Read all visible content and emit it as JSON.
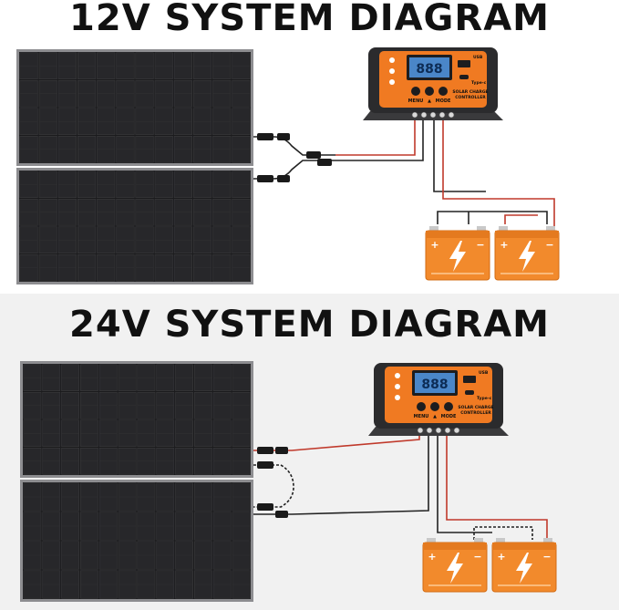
{
  "top": {
    "title": "12V SYSTEM DIAGRAM",
    "controller": {
      "display": "888",
      "usb_label": "USB",
      "typec_label": "Type-c",
      "caption_line1": "SOLAR CHARGE",
      "caption_line2": "CONTROLLER",
      "button_labels": [
        "MENU",
        "▲",
        "MODE"
      ]
    },
    "battery_count": 2,
    "battery_terminals": [
      "+",
      "−"
    ]
  },
  "bottom": {
    "title": "24V SYSTEM DIAGRAM",
    "controller": {
      "display": "888",
      "usb_label": "USB",
      "typec_label": "Type-c",
      "caption_line1": "SOLAR CHARGE",
      "caption_line2": "CONTROLLER",
      "button_labels": [
        "MENU",
        "▲",
        "MODE"
      ]
    },
    "battery_count": 2,
    "battery_terminals": [
      "+",
      "−"
    ]
  },
  "colors": {
    "panel": "#1b1b1d",
    "panel_frame": "#8d8d90",
    "controller_orange": "#f07a22",
    "controller_body": "#2b2b2d",
    "lcd": "#4a86c8",
    "battery": "#f28a2c",
    "wire_positive": "#c0392b",
    "wire_negative": "#222222"
  }
}
